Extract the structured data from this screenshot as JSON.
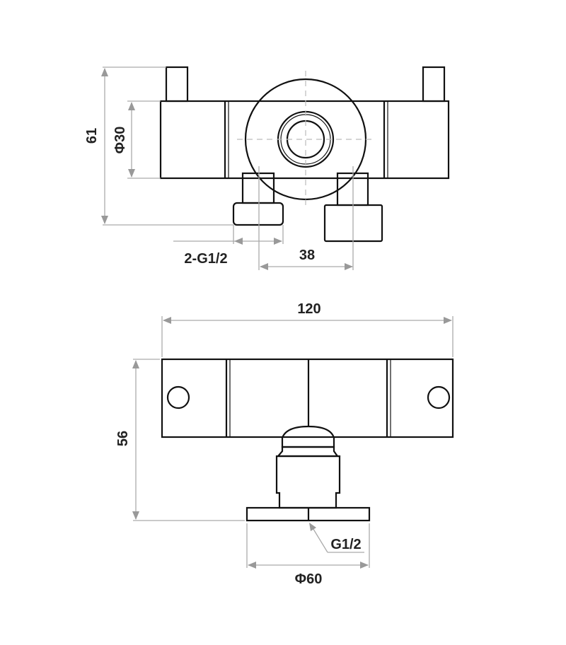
{
  "top_view": {
    "dim_height": "61",
    "dim_body_diameter": "Φ30",
    "dim_outlet_thread": "2-G1/2",
    "dim_outlet_spacing": "38"
  },
  "front_view": {
    "dim_width": "120",
    "dim_height": "56",
    "dim_inlet_thread": "G1/2",
    "dim_flange_diameter": "Φ60"
  }
}
